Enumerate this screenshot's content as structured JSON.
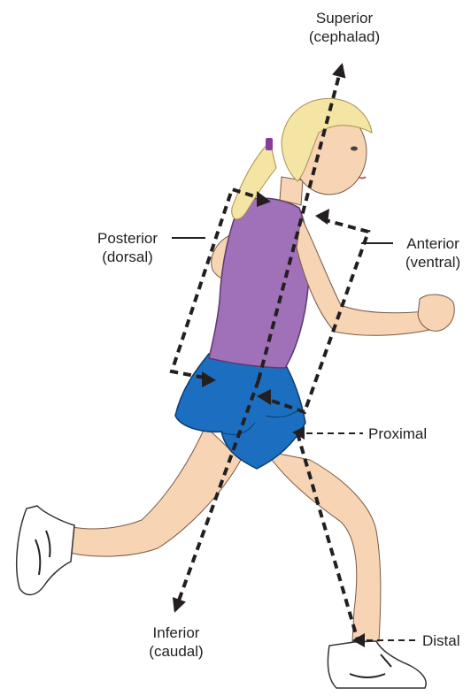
{
  "labels": {
    "superior": {
      "line1": "Superior",
      "line2": "(cephalad)"
    },
    "posterior": {
      "line1": "Posterior",
      "line2": "(dorsal)"
    },
    "anterior": {
      "line1": "Anterior",
      "line2": "(ventral)"
    },
    "proximal": {
      "line1": "Proximal"
    },
    "inferior": {
      "line1": "Inferior",
      "line2": "(caudal)"
    },
    "distal": {
      "line1": "Distal"
    }
  },
  "colors": {
    "shirt": "#a070b8",
    "shorts": "#1c6fc0",
    "skin": "#f6d4b4",
    "hair": "#f4e5a4",
    "arrows": "#231f20"
  }
}
